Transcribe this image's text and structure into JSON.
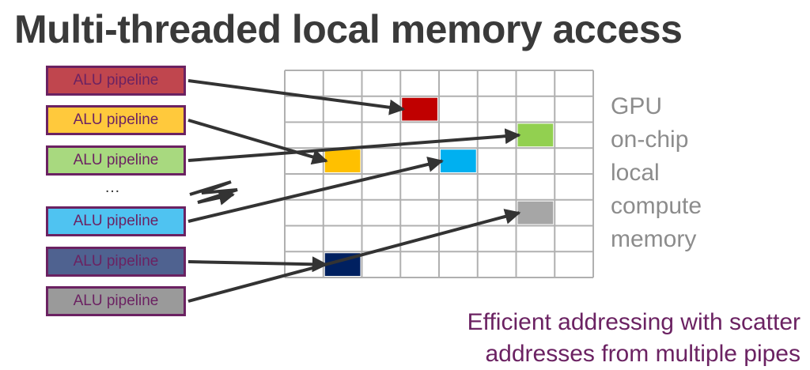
{
  "title": "Multi-threaded local memory access",
  "pipelines": [
    {
      "label": "ALU pipeline",
      "color": "#c0464e",
      "text_color": "#6b2262"
    },
    {
      "label": "ALU pipeline",
      "color": "#ffc93c",
      "text_color": "#6b2262"
    },
    {
      "label": "ALU pipeline",
      "color": "#a8d97f",
      "text_color": "#6b2262"
    },
    {
      "label": "ALU pipeline",
      "color": "#4fc3f1",
      "text_color": "#6b2262"
    },
    {
      "label": "ALU pipeline",
      "color": "#4f6290",
      "text_color": "#6b2262"
    },
    {
      "label": "ALU pipeline",
      "color": "#9a9a9a",
      "text_color": "#6b2262"
    }
  ],
  "ellipsis": "…",
  "memory_label": {
    "lines": [
      "GPU",
      "on-chip",
      "local",
      "compute",
      "memory"
    ]
  },
  "caption": {
    "lines": [
      "Efficient addressing with scatter",
      "addresses from multiple pipes"
    ]
  },
  "grid": {
    "cols": 8,
    "rows": 8
  },
  "cells": [
    {
      "col": 3,
      "row": 1,
      "color": "#c00000"
    },
    {
      "col": 6,
      "row": 2,
      "color": "#92d050"
    },
    {
      "col": 1,
      "row": 3,
      "color": "#ffc000"
    },
    {
      "col": 4,
      "row": 3,
      "color": "#00b0f0"
    },
    {
      "col": 6,
      "row": 5,
      "color": "#a6a6a6"
    },
    {
      "col": 1,
      "row": 7,
      "color": "#002060"
    }
  ],
  "connections": [
    {
      "from": 0,
      "to_cell": 0
    },
    {
      "from": 1,
      "to_cell": 2
    },
    {
      "from": 2,
      "to_cell": 1
    },
    {
      "from": 3,
      "to_cell": 3
    },
    {
      "from": 4,
      "to_cell": 5
    },
    {
      "from": 5,
      "to_cell": 4
    }
  ]
}
